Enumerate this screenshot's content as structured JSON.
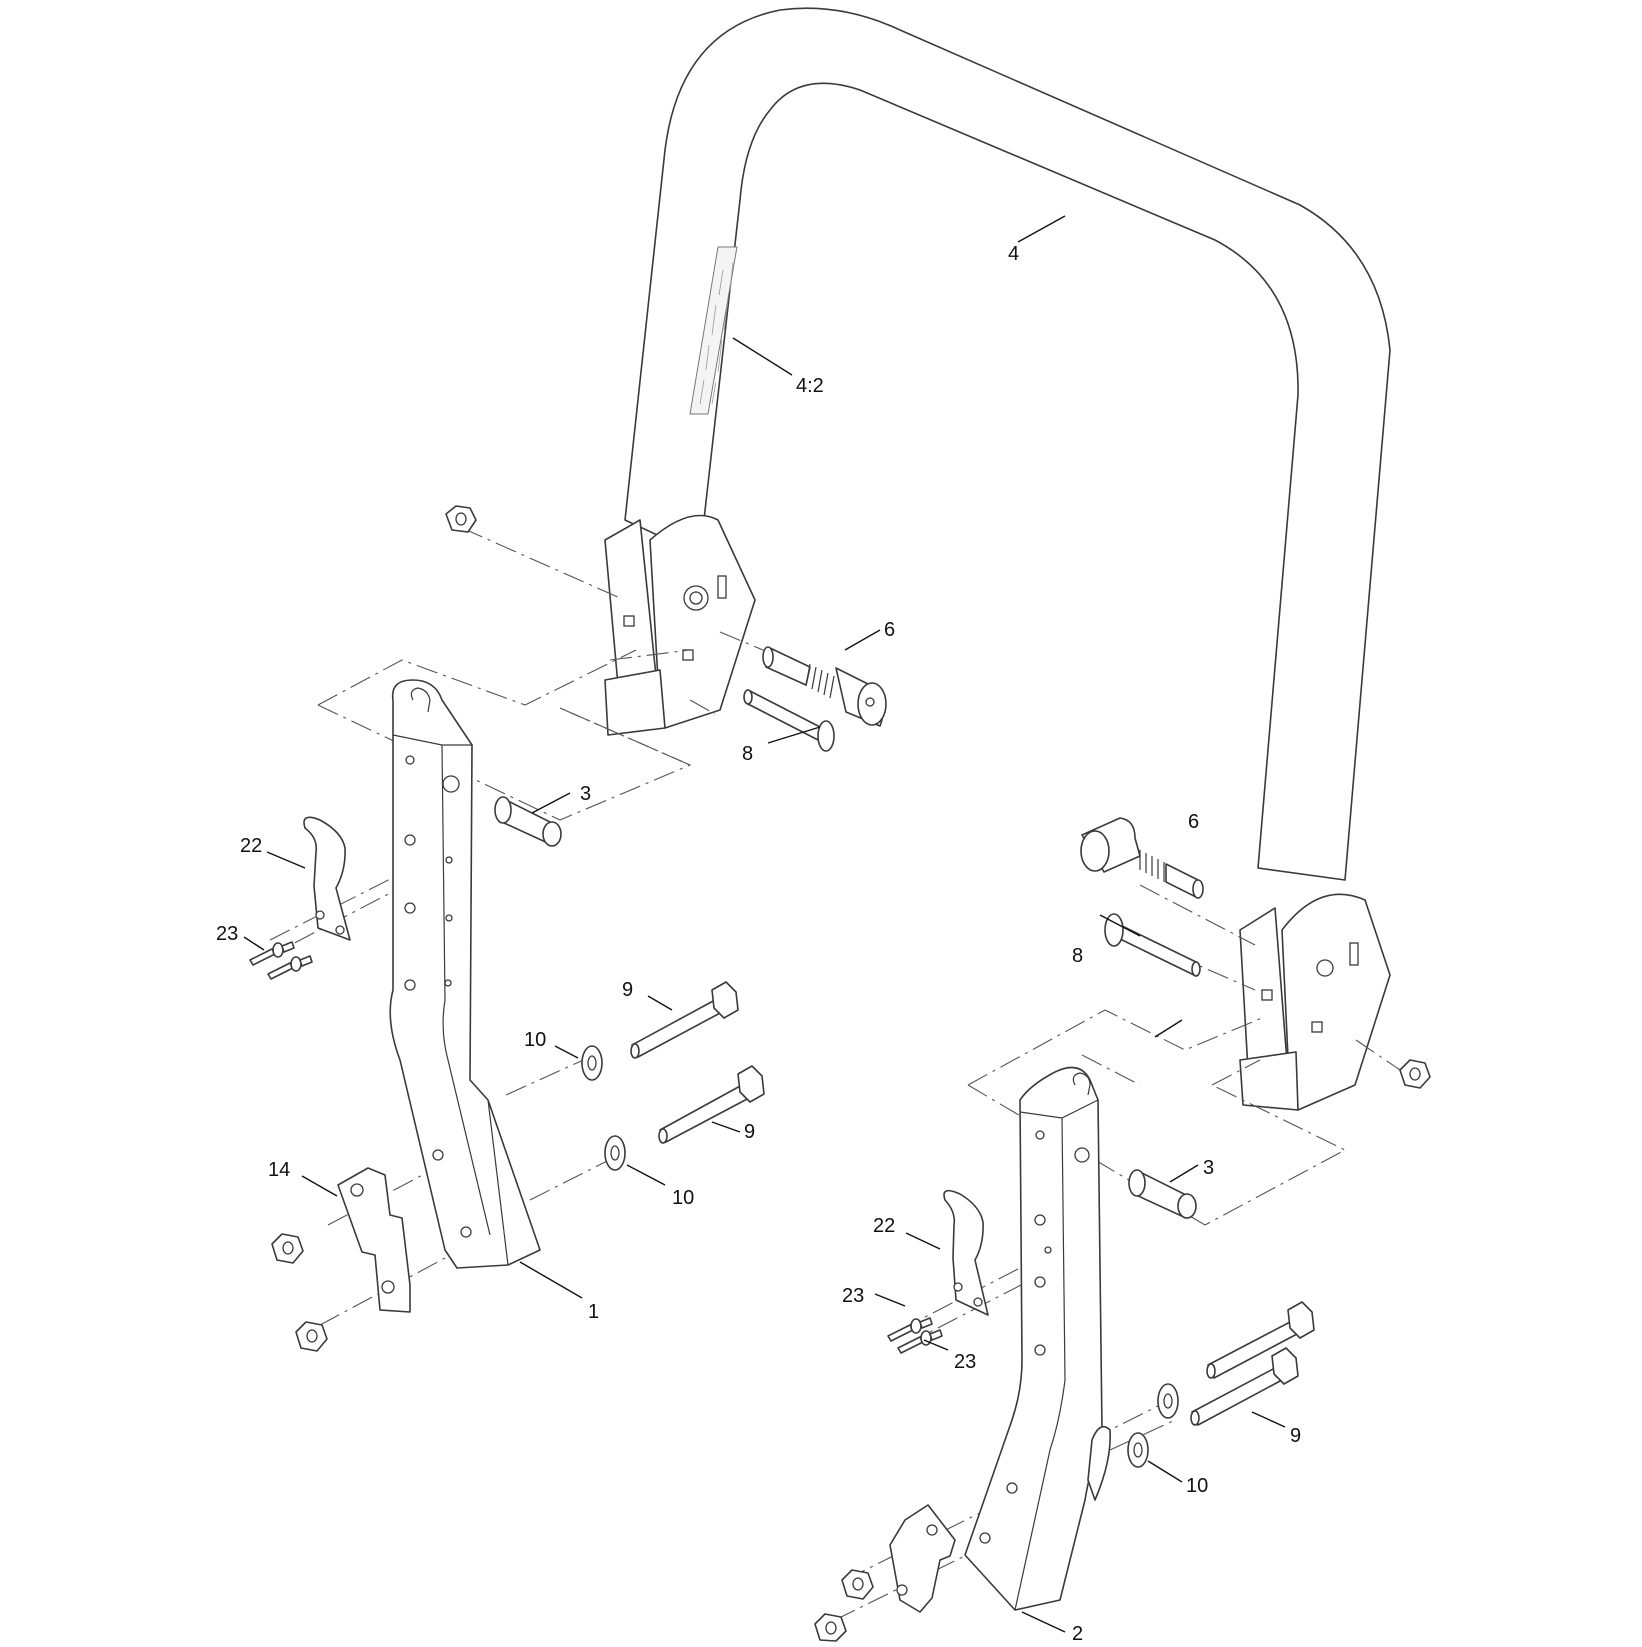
{
  "diagram": {
    "callouts": [
      {
        "id": "c-4",
        "text": "4"
      },
      {
        "id": "c-4-2",
        "text": "4:2"
      },
      {
        "id": "c-6-top",
        "text": "6"
      },
      {
        "id": "c-8-top",
        "text": "8"
      },
      {
        "id": "c-3-left",
        "text": "3"
      },
      {
        "id": "c-22-left",
        "text": "22"
      },
      {
        "id": "c-23-left",
        "text": "23"
      },
      {
        "id": "c-9-a",
        "text": "9"
      },
      {
        "id": "c-10-a",
        "text": "10"
      },
      {
        "id": "c-9-b",
        "text": "9"
      },
      {
        "id": "c-10-b",
        "text": "10"
      },
      {
        "id": "c-14",
        "text": "14"
      },
      {
        "id": "c-1",
        "text": "1"
      },
      {
        "id": "c-6-right",
        "text": "6"
      },
      {
        "id": "c-8-right",
        "text": "8"
      },
      {
        "id": "c-3-right",
        "text": "3"
      },
      {
        "id": "c-22-right",
        "text": "22"
      },
      {
        "id": "c-23-right-a",
        "text": "23"
      },
      {
        "id": "c-23-right-b",
        "text": "23"
      },
      {
        "id": "c-9-right",
        "text": "9"
      },
      {
        "id": "c-10-right",
        "text": "10"
      },
      {
        "id": "c-2",
        "text": "2"
      }
    ]
  }
}
